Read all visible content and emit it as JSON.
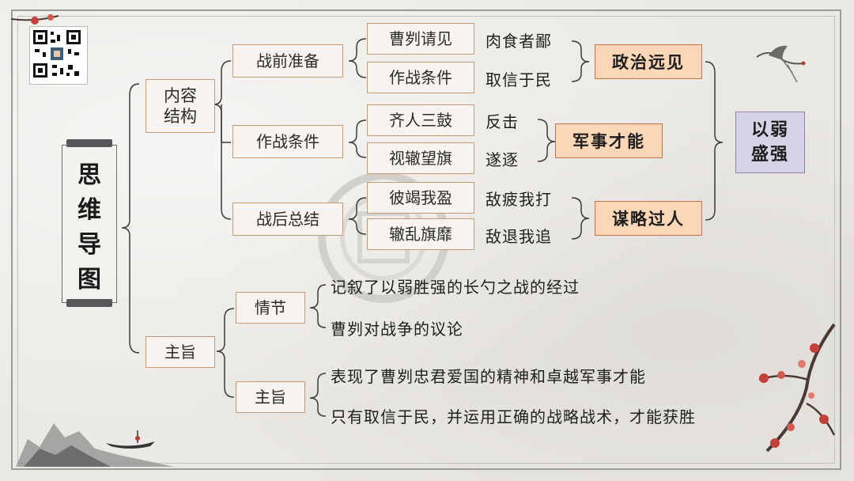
{
  "title_chars": [
    "思",
    "维",
    "导",
    "图"
  ],
  "branches": {
    "neirong": "内容\n结构",
    "zhuzhi": "主旨"
  },
  "sections": {
    "zhanqian": "战前准备",
    "zuozhan": "作战条件",
    "zhanhou": "战后总结",
    "qingjie": "情节",
    "zhuzhi2": "主旨"
  },
  "items": {
    "caogui_qingjian": "曹刿请见",
    "zuozhan_tiaojian": "作战条件",
    "qiren_sangu": "齐人三鼓",
    "shizhe_wangqi": "视辙望旗",
    "bijie_woying": "彼竭我盈",
    "zheluan_qimi": "辙乱旗靡"
  },
  "leaves": {
    "roushi": "肉食者鄙",
    "quxin": "取信于民",
    "fanji": "反击",
    "zhuzhu": "遂逐",
    "dipi": "敌疲我打",
    "ditui": "敌退我追",
    "qingjie_1": "记叙了以弱胜强的长勺之战的经过",
    "qingjie_2": "曹刿对战争的议论",
    "zhuzhi_1": "表现了曹刿忠君爱国的精神和卓越军事才能",
    "zhuzhi_2": "只有取信于民，并运用正确的战略战术，才能获胜"
  },
  "summaries": {
    "zhengzhi": "政治远见",
    "junshi": "军事才能",
    "moulue": "谋略过人",
    "final": "以弱\n盛强"
  },
  "colors": {
    "line": "#3a3a3a",
    "box_border": "#c89a74",
    "orange_fill": "#fbd7b8",
    "purple_fill": "#d7d2e6"
  },
  "icons": [
    "qr-code",
    "crane",
    "plum-blossom",
    "landscape-ink",
    "boat",
    "seal-stamp"
  ]
}
